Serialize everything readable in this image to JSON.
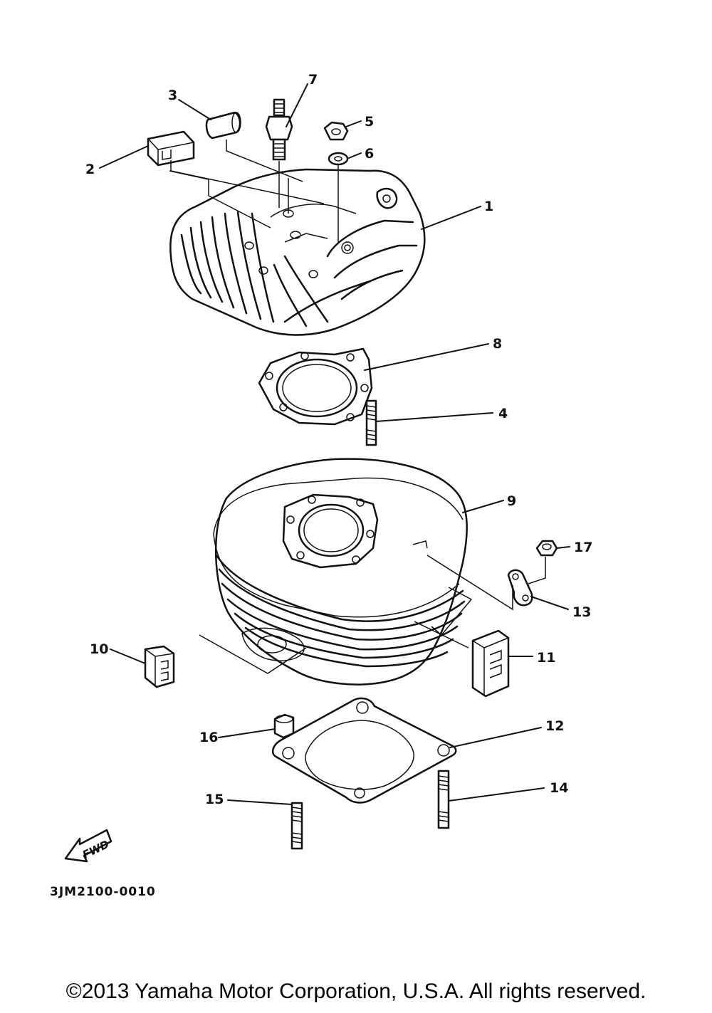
{
  "callouts": [
    {
      "id": "1",
      "label": "1"
    },
    {
      "id": "2",
      "label": "2"
    },
    {
      "id": "3",
      "label": "3"
    },
    {
      "id": "4",
      "label": "4"
    },
    {
      "id": "5",
      "label": "5"
    },
    {
      "id": "6",
      "label": "6"
    },
    {
      "id": "7",
      "label": "7"
    },
    {
      "id": "8",
      "label": "8"
    },
    {
      "id": "9",
      "label": "9"
    },
    {
      "id": "10",
      "label": "10"
    },
    {
      "id": "11",
      "label": "11"
    },
    {
      "id": "12",
      "label": "12"
    },
    {
      "id": "13",
      "label": "13"
    },
    {
      "id": "14",
      "label": "14"
    },
    {
      "id": "15",
      "label": "15"
    },
    {
      "id": "16",
      "label": "16"
    },
    {
      "id": "17",
      "label": "17"
    }
  ],
  "fwd_label": "FWD",
  "diagram_code": "3JM2100-0010",
  "copyright": "©2013 Yamaha Motor Corporation, U.S.A. All rights reserved."
}
